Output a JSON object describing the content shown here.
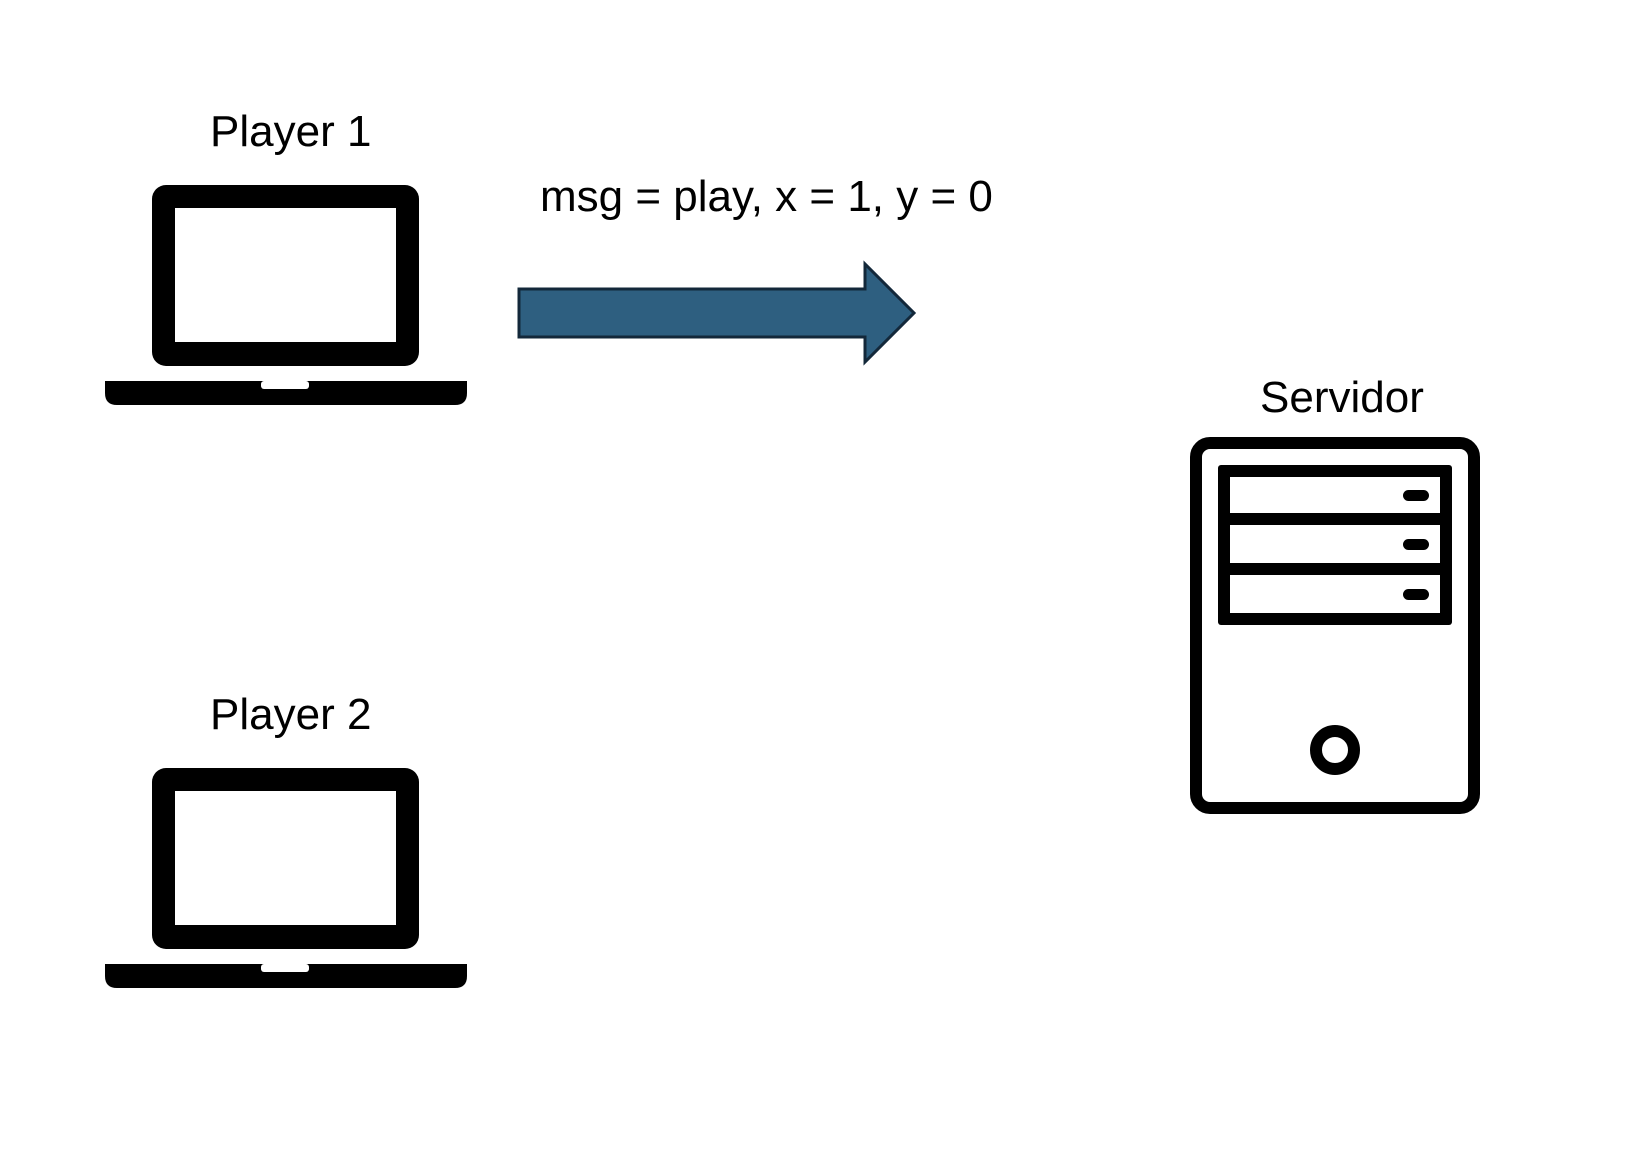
{
  "labels": {
    "player1": "Player 1",
    "player2": "Player 2",
    "server": "Servidor",
    "message": "msg = play, x = 1, y  = 0"
  },
  "icons": {
    "player1": "laptop-icon",
    "player2": "laptop-icon",
    "server": "server-tower-icon"
  },
  "colors": {
    "arrow_fill": "#2e5f80",
    "arrow_stroke": "#13283a",
    "icon": "#000000"
  }
}
